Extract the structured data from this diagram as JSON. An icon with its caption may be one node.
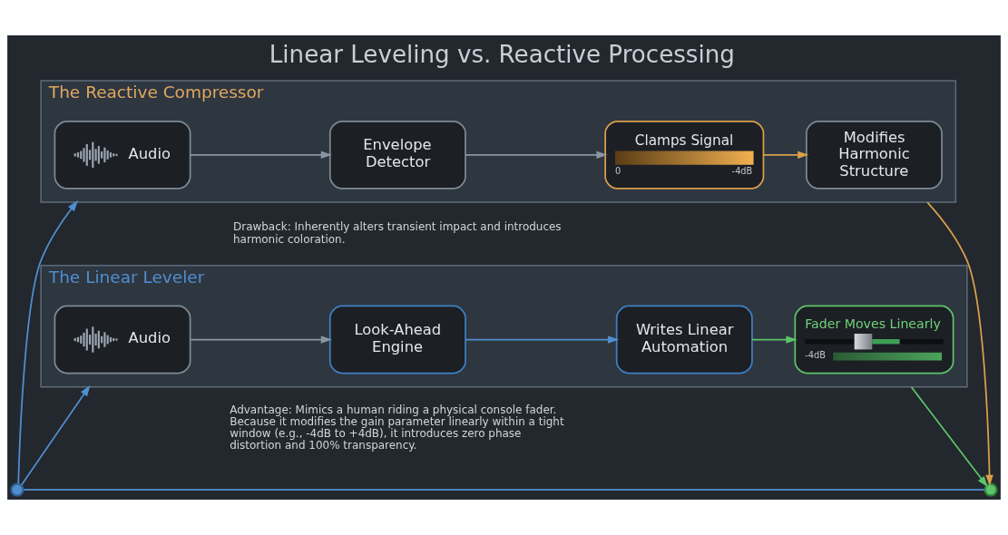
{
  "diagram": {
    "title": "Linear Leveling vs. Reactive Processing",
    "nodes": [
      {
        "text": [
          "The Reactive Compressor"
        ]
      },
      {
        "text": [
          "Audio"
        ],
        "in": 0
      },
      {
        "text": [
          "Envelope Detector"
        ],
        "in": 0
      },
      {
        "text": [
          "Clamps Signal",
          "0",
          "-4dB"
        ],
        "in": 0
      },
      {
        "text": [
          "Modifies Harmonic Structure"
        ],
        "in": 0
      },
      {
        "text": [],
        "shape": "circle"
      },
      {
        "text": [],
        "shape": "circle"
      },
      {
        "text": [
          "The Linear Leveler"
        ]
      },
      {
        "text": [
          "Audio"
        ],
        "in": 7
      },
      {
        "text": [
          "Look-Ahead Engine"
        ],
        "in": 7
      },
      {
        "text": [
          "Writes Linear Automation"
        ],
        "in": 7
      },
      {
        "text": [
          "Fader Moves Linearly",
          "-4dB"
        ],
        "in": 7
      }
    ],
    "edges": [
      {
        "from": 1,
        "to": 2,
        "arrow": "to"
      },
      {
        "from": 2,
        "to": 3,
        "arrow": "to"
      },
      {
        "from": 3,
        "to": 4,
        "arrow": "to",
        "color": "#d9a04a"
      },
      {
        "from": 5,
        "to": 0,
        "arrow": "to",
        "color": "#4f8fd0"
      },
      {
        "from": 5,
        "to": 6,
        "arrow": "none",
        "color": "#4f8fd0"
      },
      {
        "from": 5,
        "to": 7,
        "arrow": "to",
        "color": "#4f8fd0"
      },
      {
        "from": 0,
        "to": 6,
        "arrow": "to",
        "color": "#d9a04a"
      },
      {
        "from": 8,
        "to": 9,
        "arrow": "to"
      },
      {
        "from": 9,
        "to": 10,
        "arrow": "to",
        "color": "#4f8fd0"
      },
      {
        "from": 10,
        "to": 11,
        "arrow": "to",
        "color": "#5cc46a"
      },
      {
        "from": 7,
        "to": 6,
        "arrow": "to",
        "color": "#5cc46a"
      }
    ],
    "labels": [
      "Drawback: Inherently alters transient impact and introduces harmonic coloration.",
      "Advantage: Mimics a human riding a physical console fader. Because it modifies the gain parameter linearly within a tight window (e.g., -4dB to +4dB), it introduces zero phase distortion and 100% transparency."
    ]
  }
}
